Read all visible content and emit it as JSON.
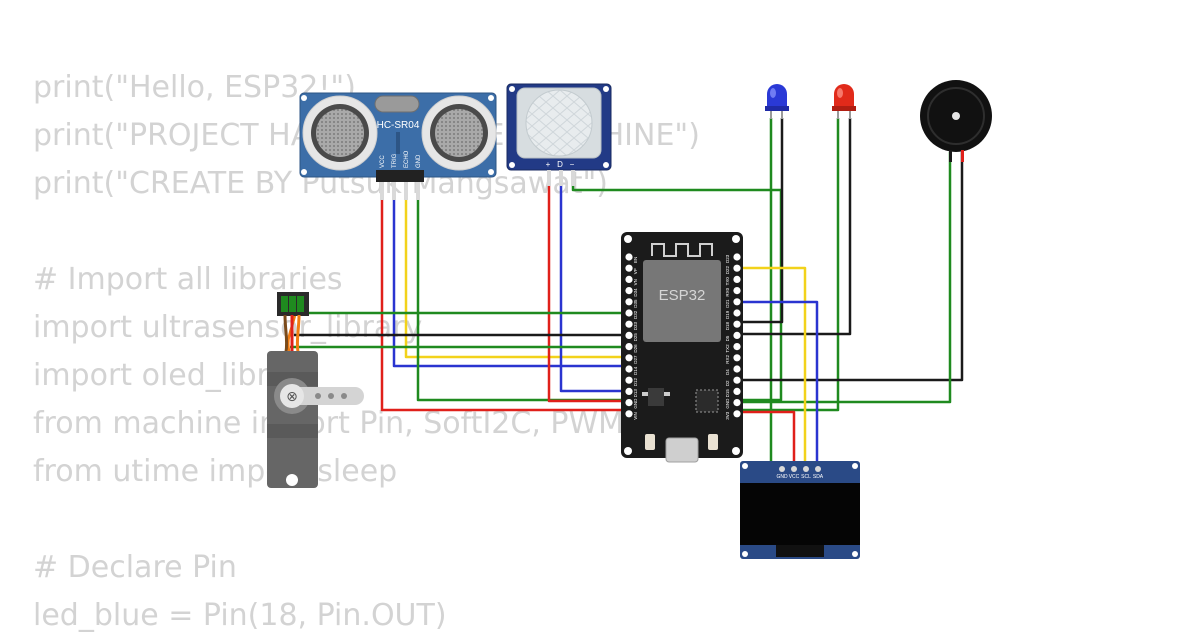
{
  "code_lines": [
    "print(\"Hello, ESP32!\")",
    "print(\"PROJECT HAND SANITIZER MACHINE\")",
    "print(\"CREATE BY Putsuk Mangsawat\")",
    "",
    "# Import all libraries",
    "import ultrasensor_library",
    "import oled_library",
    "from machine import Pin, SoftI2C, PWM",
    "from utime import sleep",
    "",
    "# Declare Pin",
    "led_blue = Pin(18, Pin.OUT)"
  ],
  "components": {
    "ultrasonic": {
      "label": "HC-SR04",
      "pins": [
        "VCC",
        "TRIG",
        "ECHO",
        "GND"
      ]
    },
    "pir": {
      "pins": [
        "+",
        "D",
        "−"
      ]
    },
    "esp32": {
      "label": "ESP32",
      "left_pins": [
        "EN",
        "VP",
        "VN",
        "D34",
        "D35",
        "D32",
        "D33",
        "D25",
        "D26",
        "D27",
        "D14",
        "D12",
        "D13",
        "GND",
        "VIN"
      ],
      "right_pins": [
        "D23",
        "D22",
        "TX0",
        "RX0",
        "D21",
        "D19",
        "D18",
        "D5",
        "TX2",
        "RX2",
        "D4",
        "D2",
        "D15",
        "GND",
        "3V3"
      ]
    },
    "oled": {
      "pins": [
        "GND",
        "VCC",
        "SCL",
        "SDA"
      ]
    },
    "led_blue": {
      "color": "#2a39d6"
    },
    "led_red": {
      "color": "#e12a1a"
    },
    "buzzer": {
      "color": "#111111"
    },
    "servo": {
      "color": "#666666"
    }
  },
  "wire_colors": {
    "red": "#e0201a",
    "blue": "#2a34d0",
    "yellow": "#f2d21b",
    "green": "#1f8a1f",
    "black": "#1a1a1a",
    "orange": "#f07c12"
  }
}
